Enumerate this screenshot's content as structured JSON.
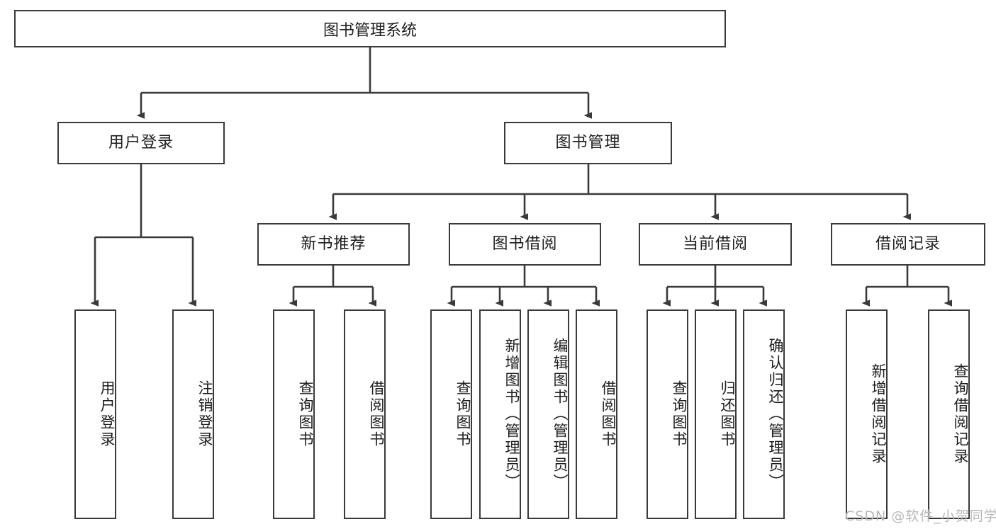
{
  "diagram": {
    "title": "图书管理系统",
    "type": "hierarchy-tree",
    "theme": {
      "box_border": "#3a3a3a",
      "box_fill": "#ffffff",
      "line": "#3a3a3a",
      "text": "#1d1d1d",
      "watermark": "#b8b8b8",
      "background": "#ffffff"
    },
    "root": {
      "label": "图书管理系统"
    },
    "level2": [
      {
        "label": "用户登录"
      },
      {
        "label": "图书管理"
      }
    ],
    "level3": [
      {
        "label": "新书推荐"
      },
      {
        "label": "图书借阅"
      },
      {
        "label": "当前借阅"
      },
      {
        "label": "借阅记录"
      }
    ],
    "leaves": {
      "user_login": [
        {
          "label": "用户登录"
        },
        {
          "label": "注销登录"
        }
      ],
      "new_book_recommend": [
        {
          "label": "查询图书"
        },
        {
          "label": "借阅图书"
        }
      ],
      "book_borrow": [
        {
          "label": "查询图书"
        },
        {
          "label": "新增图书（管理员）"
        },
        {
          "label": "编辑图书（管理员）"
        },
        {
          "label": "借阅图书"
        }
      ],
      "current_borrow": [
        {
          "label": "查询图书"
        },
        {
          "label": "归还图书"
        },
        {
          "label": "确认归还（管理员）"
        }
      ],
      "borrow_record": [
        {
          "label": "新增借阅记录"
        },
        {
          "label": "查询借阅记录"
        }
      ]
    }
  },
  "watermark": {
    "text": "CSDN @软件_小贺同学"
  }
}
